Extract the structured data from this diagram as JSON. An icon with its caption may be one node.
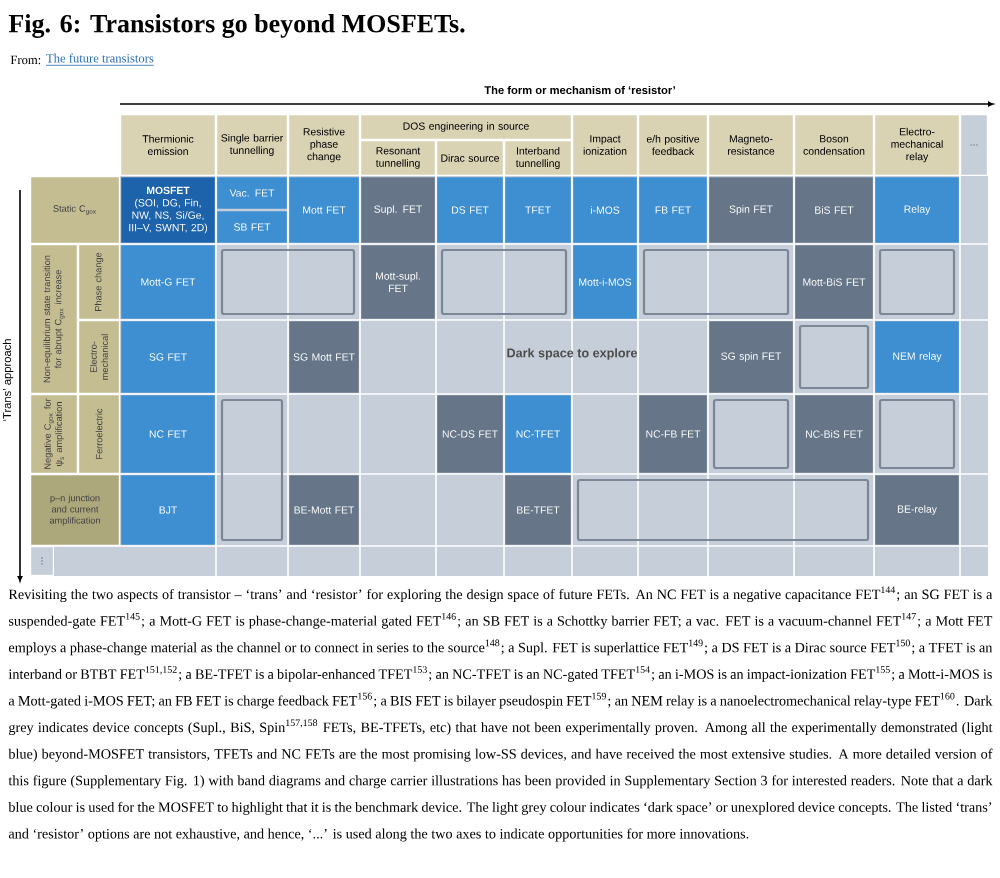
{
  "diagram": {
    "title": "Fig. 6: Transistors go beyond MOSFETs.",
    "nodes": [
      {
        "text": [
          "Thermionic emission"
        ]
      },
      {
        "text": [
          "Single barrier tunnelling"
        ]
      },
      {
        "text": [
          "Resistive phase change"
        ]
      },
      {
        "text": [
          "DOS engineering in source"
        ]
      },
      {
        "text": [
          "Resonant tunnelling"
        ]
      },
      {
        "text": [
          "Dirac source"
        ]
      },
      {
        "text": [
          "Interband tunnelling"
        ]
      },
      {
        "text": [
          "Impact ionization"
        ]
      },
      {
        "text": [
          "e/h positive feedback"
        ]
      },
      {
        "text": [
          "Magneto-resistance"
        ]
      },
      {
        "text": [
          "Boson condensation"
        ]
      },
      {
        "text": [
          "Electro-mechanical relay"
        ]
      },
      {
        "text": [
          "..."
        ]
      },
      {
        "text": [
          "Static C$_{gox}$"
        ]
      },
      {
        "text": [
          "MOSFET",
          "(SOI, DG, Fin, NW, NS, Si/Ge, III–V, SWNT, 2D)"
        ]
      },
      {
        "text": [
          "Vac. FET"
        ]
      },
      {
        "text": [
          "SB FET"
        ]
      },
      {
        "text": [
          "Mott FET"
        ]
      },
      {
        "text": [
          "Supl. FET"
        ]
      },
      {
        "text": [
          "DS FET"
        ]
      },
      {
        "text": [
          "TFET"
        ]
      },
      {
        "text": [
          "i-MOS"
        ]
      },
      {
        "text": [
          "FB FET"
        ]
      },
      {
        "text": [
          "Spin FET"
        ]
      },
      {
        "text": [
          "BiS FET"
        ]
      },
      {
        "text": [
          "Relay"
        ]
      },
      {
        "text": [
          "Non-equilibrium state transition for abrupt C$_{gox}$ increase"
        ]
      },
      {
        "text": [
          "Phase change"
        ]
      },
      {
        "text": [
          "Mott-G FET"
        ]
      },
      {
        "text": [
          "Mott-supl. FET"
        ]
      },
      {
        "text": [
          "Mott-i-MOS"
        ]
      },
      {
        "text": [
          "Mott-BiS FET"
        ]
      },
      {
        "text": [
          "Electro-mechanical"
        ]
      },
      {
        "text": [
          "SG FET"
        ]
      },
      {
        "text": [
          "SG Mott FET"
        ]
      },
      {
        "text": [
          "SG spin FET"
        ]
      },
      {
        "text": [
          "NEM relay"
        ]
      },
      {
        "text": [
          "Negative C$_{gox}$ for ψ$_{s}$ amplification"
        ]
      },
      {
        "text": [
          "Ferroelectric"
        ]
      },
      {
        "text": [
          "NC FET"
        ]
      },
      {
        "text": [
          "NC-DS FET"
        ]
      },
      {
        "text": [
          "NC-TFET"
        ]
      },
      {
        "text": [
          "NC-FB FET"
        ]
      },
      {
        "text": [
          "NC-BiS FET"
        ]
      },
      {
        "text": [
          "p–n junction and current amplification"
        ]
      },
      {
        "text": [
          "BJT"
        ]
      },
      {
        "text": [
          "BE-Mott FET"
        ]
      },
      {
        "text": [
          "BE-TFET"
        ]
      },
      {
        "text": [
          "BE-relay"
        ]
      },
      {
        "text": [
          "..."
        ]
      }
    ],
    "labels": [
      "From:",
      "The future transistors",
      "The form or mechanism of ‘resistor’",
      "‘Trans’ approach",
      "Dark space to explore"
    ],
    "caption": "Revisiting the two aspects of transistor – ‘trans’ and ‘resistor’ for exploring the design space of future FETs. An NC FET is a negative capacitance FET$^{144}$; an SG FET is a suspended-gate FET$^{145}$; a Mott-G FET is phase-change-material gated FET$^{146}$; an SB FET is a Schottky barrier FET; a vac. FET is a vacuum-channel FET$^{147}$; a Mott FET employs a phase-change material as the channel or to connect in series to the source$^{148}$; a Supl. FET is superlattice FET$^{149}$; a DS FET is a Dirac source FET$^{150}$; a TFET is an interband or BTBT FET$^{151,152}$; a BE-TFET is a bipolar-enhanced TFET$^{153}$; an NC-TFET is an NC-gated TFET$^{154}$; an i-MOS is an impact-ionization FET$^{155}$; a Mott-i-MOS is a Mott-gated i-MOS FET; an FB FET is charge feedback FET$^{156}$; a BIS FET is bilayer pseudospin FET$^{159}$; an NEM relay is a nanoelectromechanical relay-type FET$^{160}$. Dark grey indicates device concepts (Supl., BiS, Spin$^{157,158}$ FETs, BE-TFETs, etc) that have not been experimentally proven. Among all the experimentally demonstrated (light blue) beyond-MOSFET transistors, TFETs and NC FETs are the most promising low-SS devices, and have received the most extensive studies. A more detailed version of this figure (Supplementary Fig. 1) with band diagrams and charge carrier illustrations has been provided in Supplementary Section 3 for interested readers. Note that a dark blue colour is used for the MOSFET to highlight that it is the benchmark device. The light grey colour indicates ‘dark space’ or unexplored device concepts. The listed ‘trans’ and ‘resistor’ options are not exhaustive, and hence, ‘...’ is used along the two axes to indicate opportunities for more innovations."
  }
}
